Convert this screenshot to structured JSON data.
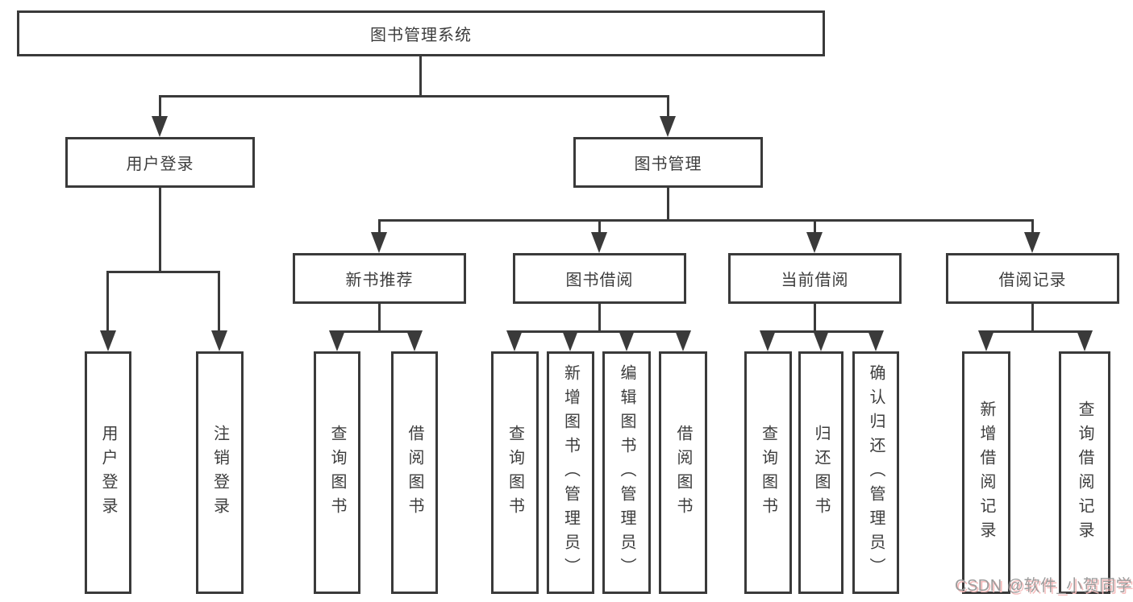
{
  "diagram": {
    "root": "图书管理系统",
    "level2": [
      {
        "label": "用户登录",
        "children": [
          "用户登录",
          "注销登录"
        ]
      },
      {
        "label": "图书管理",
        "children": [
          {
            "label": "新书推荐",
            "children": [
              "查询图书",
              "借阅图书"
            ]
          },
          {
            "label": "图书借阅",
            "children": [
              "查询图书",
              "新增图书（管理员）",
              "编辑图书（管理员）",
              "借阅图书"
            ]
          },
          {
            "label": "当前借阅",
            "children": [
              "查询图书",
              "归还图书",
              "确认归还（管理员）"
            ]
          },
          {
            "label": "借阅记录",
            "children": [
              "新增借阅记录",
              "查询借阅记录"
            ]
          }
        ]
      }
    ]
  },
  "colors": {
    "line": "#3a3a3a",
    "text": "#3d3d3d",
    "watermark_gray": "#9c9c9c",
    "watermark_pink": "#f6bcbc"
  },
  "watermark": {
    "text": "CSDN @软件_小贺同学"
  }
}
